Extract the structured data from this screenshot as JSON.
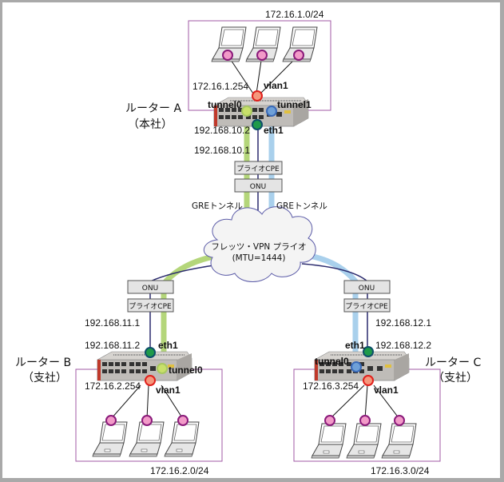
{
  "colors": {
    "lan_box": "#a05aa6",
    "tunnel_green": "#b4d67a",
    "tunnel_blue": "#a9d0ec",
    "wan_line": "#2a2a6e",
    "pc_dot": "#f29ac8",
    "pc_dot_stroke": "#8a1a7a",
    "vlan_dot": "#f5977c",
    "vlan_dot_stroke": "#e0201c",
    "eth_dot": "#1f9a4a",
    "eth_dot_stroke": "#0d4f6a",
    "tunnel0_dot_green": "#c8e06a",
    "tunnel_dot_blue": "#6ea0d8"
  },
  "cloud": {
    "line1": "フレッツ・VPN プライオ",
    "line2": "(MTU=1444)"
  },
  "gre_left": "GREトンネル",
  "gre_right": "GREトンネル",
  "routers": {
    "a": {
      "name": "ルーター A",
      "site": "（本社）",
      "lan_subnet": "172.16.1.0/24",
      "vlan_ip": "172.16.1.254",
      "vlan_if": "vlan1",
      "tunnel0": "tunnel0",
      "tunnel1": "tunnel1",
      "eth_if": "eth1",
      "eth_ip": "192.168.10.2",
      "cpe_ip": "192.168.10.1",
      "cpe": "プライオCPE",
      "onu": "ONU"
    },
    "b": {
      "name": "ルーター B",
      "site": "（支社）",
      "lan_subnet": "172.16.2.0/24",
      "vlan_ip": "172.16.2.254",
      "vlan_if": "vlan1",
      "tunnel0": "tunnel0",
      "eth_if": "eth1",
      "eth_ip": "192.168.11.2",
      "cpe_ip": "192.168.11.1",
      "cpe": "プライオCPE",
      "onu": "ONU"
    },
    "c": {
      "name": "ルーター C",
      "site": "（支社）",
      "lan_subnet": "172.16.3.0/24",
      "vlan_ip": "172.16.3.254",
      "vlan_if": "vlan1",
      "tunnel0": "tunnel0",
      "eth_if": "eth1",
      "eth_ip": "192.168.12.2",
      "cpe_ip": "192.168.12.1",
      "cpe": "プライオCPE",
      "onu": "ONU"
    }
  }
}
